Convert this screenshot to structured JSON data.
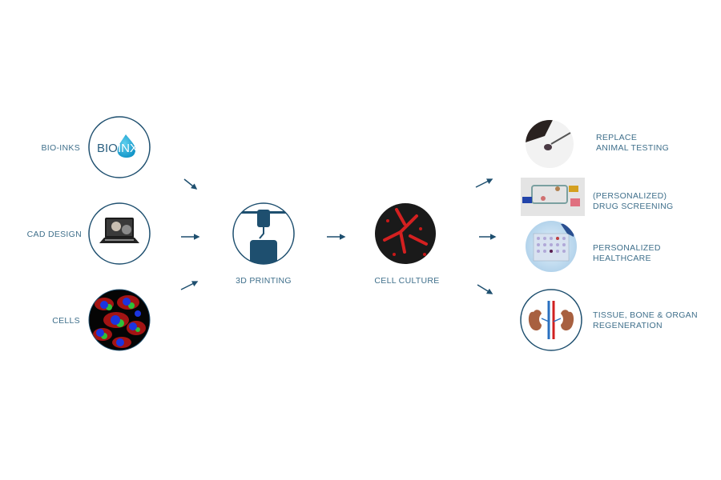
{
  "colors": {
    "primary": "#1e4f6f",
    "label": "#3f6f8b"
  },
  "inputs": [
    {
      "label": "BIO-INKS",
      "logo_text_left": "BIO",
      "logo_text_right": "INX"
    },
    {
      "label": "CAD DESIGN"
    },
    {
      "label": "CELLS"
    }
  ],
  "process": [
    {
      "label": "3D PRINTING"
    },
    {
      "label": "CELL CULTURE"
    }
  ],
  "outcomes": [
    {
      "line1": "REPLACE",
      "line2": "ANIMAL TESTING"
    },
    {
      "line1": "(PERSONALIZED)",
      "line2": "DRUG SCREENING"
    },
    {
      "line1": "PERSONALIZED",
      "line2": "HEALTHCARE"
    },
    {
      "line1": "TISSUE, BONE & ORGAN",
      "line2": "REGENERATION"
    }
  ]
}
